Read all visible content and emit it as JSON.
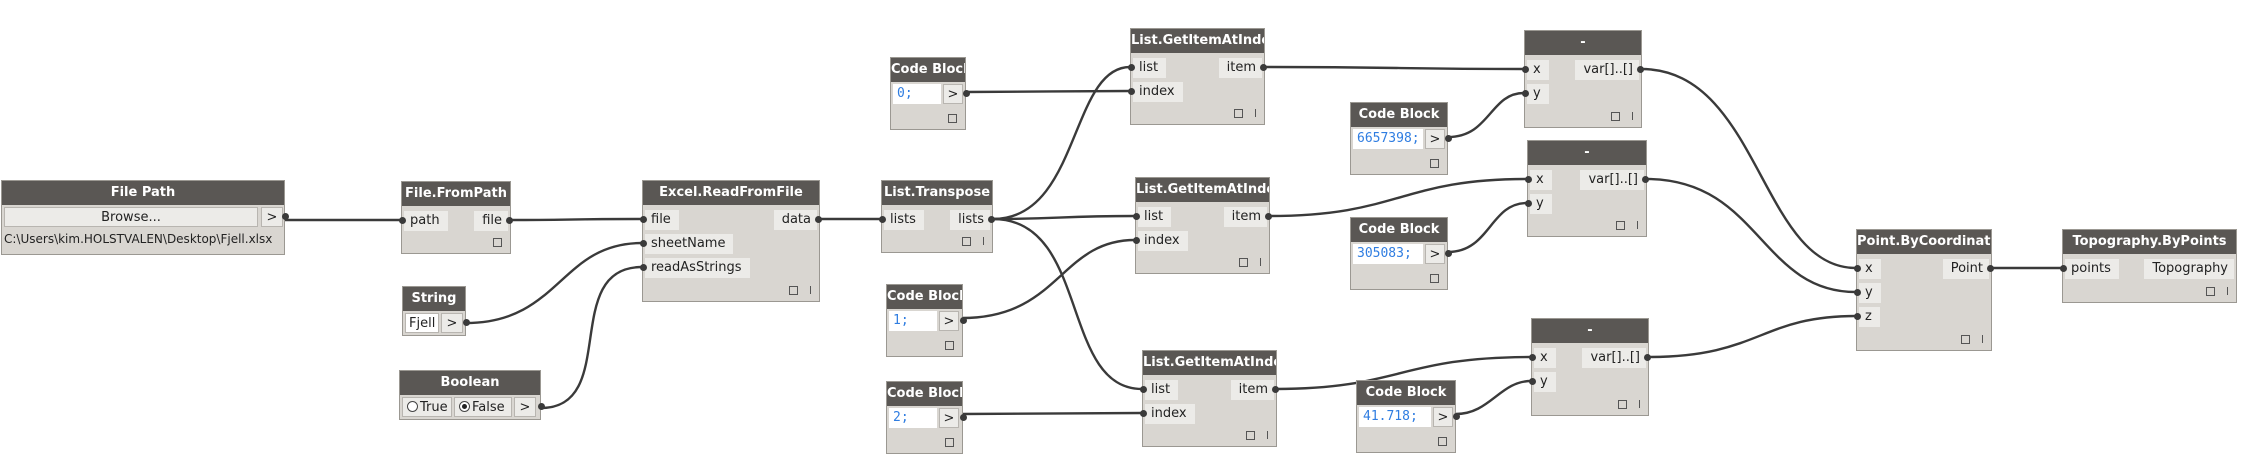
{
  "nodes": {
    "file_path": {
      "title": "File Path",
      "button": "Browse...",
      "value": "C:\\Users\\kim.HOLSTVALEN\\Desktop\\Fjell.xlsx",
      "out": ">"
    },
    "file_from_path": {
      "title": "File.FromPath",
      "in": [
        "path"
      ],
      "out": [
        "file"
      ]
    },
    "string": {
      "title": "String",
      "value": "Fjell",
      "out": ">"
    },
    "boolean": {
      "title": "Boolean",
      "true_label": "True",
      "false_label": "False",
      "selected": "False",
      "out": ">"
    },
    "excel_read": {
      "title": "Excel.ReadFromFile",
      "in": [
        "file",
        "sheetName",
        "readAsStrings"
      ],
      "out": [
        "data"
      ]
    },
    "list_transpose": {
      "title": "List.Transpose",
      "in": [
        "lists"
      ],
      "out": [
        "lists"
      ]
    },
    "cb_0": {
      "title": "Code Block",
      "code": "0;",
      "out": ">"
    },
    "cb_1": {
      "title": "Code Block",
      "code": "1;",
      "out": ">"
    },
    "cb_2": {
      "title": "Code Block",
      "code": "2;",
      "out": ">"
    },
    "get_item_1": {
      "title": "List.GetItemAtIndex",
      "in": [
        "list",
        "index"
      ],
      "out": [
        "item"
      ]
    },
    "get_item_2": {
      "title": "List.GetItemAtIndex",
      "in": [
        "list",
        "index"
      ],
      "out": [
        "item"
      ]
    },
    "get_item_3": {
      "title": "List.GetItemAtIndex",
      "in": [
        "list",
        "index"
      ],
      "out": [
        "item"
      ]
    },
    "cb_6657398": {
      "title": "Code Block",
      "code": "6657398;",
      "out": ">"
    },
    "cb_305083": {
      "title": "Code Block",
      "code": "305083;",
      "out": ">"
    },
    "cb_41718": {
      "title": "Code Block",
      "code": "41.718;",
      "out": ">"
    },
    "minus_1": {
      "title": "-",
      "in": [
        "x",
        "y"
      ],
      "out": [
        "var[]..[]"
      ]
    },
    "minus_2": {
      "title": "-",
      "in": [
        "x",
        "y"
      ],
      "out": [
        "var[]..[]"
      ]
    },
    "minus_3": {
      "title": "-",
      "in": [
        "x",
        "y"
      ],
      "out": [
        "var[]..[]"
      ]
    },
    "point_by_coords": {
      "title": "Point.ByCoordinates",
      "in": [
        "x",
        "y",
        "z"
      ],
      "out": [
        "Point"
      ]
    },
    "topography": {
      "title": "Topography.ByPoints",
      "in": [
        "points"
      ],
      "out": [
        "Topography"
      ]
    }
  },
  "colors": {
    "node_header": "#5a5754",
    "node_body": "#d9d6d1",
    "port_bg": "#ecebe8",
    "code_text": "#2f7de1",
    "wire": "#3a3a3a",
    "canvas": "#ffffff"
  }
}
